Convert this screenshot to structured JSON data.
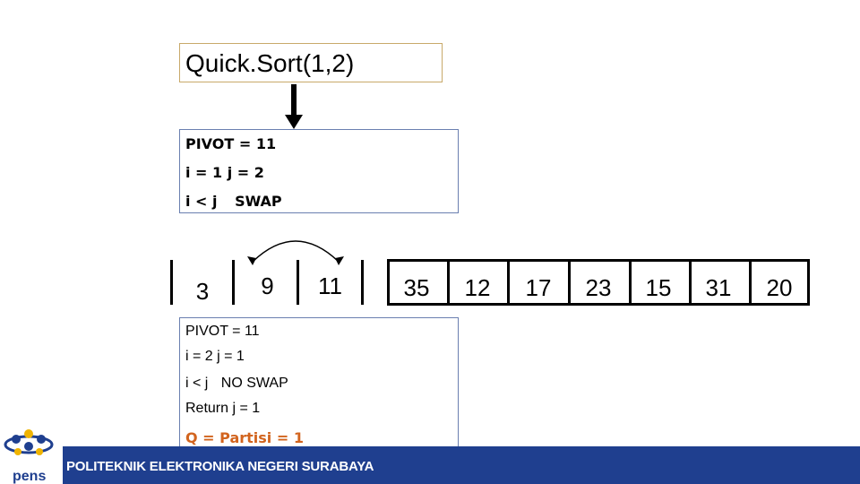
{
  "call": {
    "label": "Quick.Sort(1,2)"
  },
  "step1": {
    "pivot": "PIVOT = 11",
    "indices": "i = 1 j = 2",
    "compare": "i < j",
    "action": "SWAP"
  },
  "array": {
    "left": [
      "3",
      "9",
      "11"
    ],
    "right": [
      "35",
      "12",
      "17",
      "23",
      "15",
      "31",
      "20"
    ]
  },
  "step2": {
    "pivot": "PIVOT = 11",
    "indices": "i = 2 j = 1",
    "compare": "i < j",
    "action": "NO SWAP",
    "return": "Return j = 1",
    "partition": "Q = Partisi = 1"
  },
  "footer": {
    "institution": "POLITEKNIK ELEKTRONIKA NEGERI SURABAYA"
  },
  "logo": {
    "text": "pens"
  },
  "colors": {
    "footer": "#1f3f8f",
    "partition": "#d2641e",
    "box_border": "#6a7fb0",
    "call_border": "#c8a96a"
  }
}
